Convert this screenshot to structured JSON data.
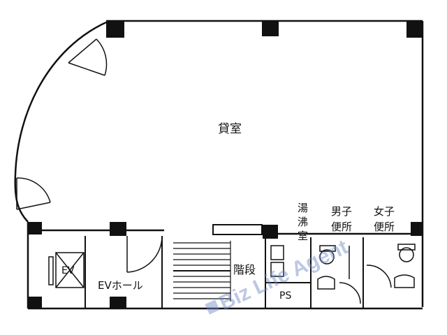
{
  "rooms": {
    "office": "貸室",
    "elevator": "EV",
    "ev_hall": "EVホール",
    "stairs": "階段",
    "kitchenette": [
      "湯",
      "沸",
      "室"
    ],
    "mens_toilet": [
      "男子",
      "便所"
    ],
    "womens_toilet": [
      "女子",
      "便所"
    ],
    "pipe_space": "PS"
  },
  "watermark": "Biz Life Agent",
  "colors": {
    "line": "#111111",
    "watermark": "#6f86c4"
  }
}
